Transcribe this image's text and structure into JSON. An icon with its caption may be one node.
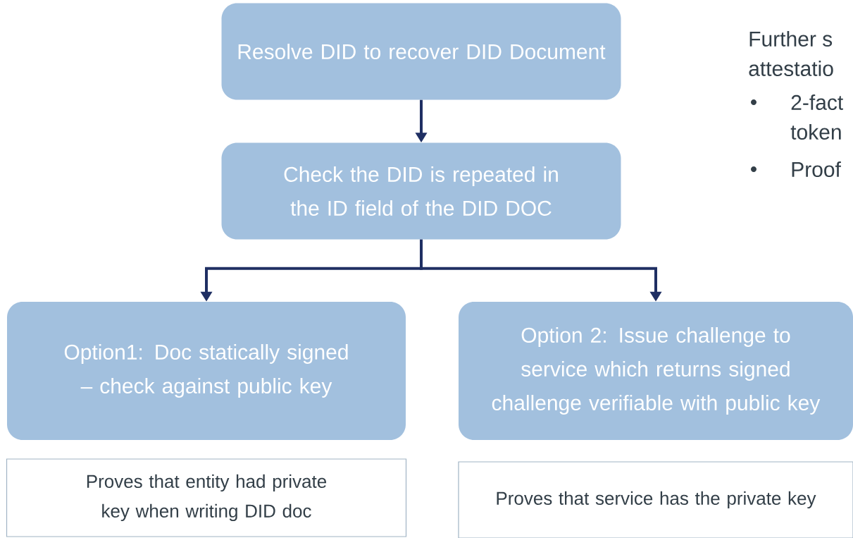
{
  "diagram": {
    "nodes": [
      {
        "text": [
          "Resolve DID to recover DID Document"
        ]
      },
      {
        "text": [
          "Check the DID is repeated in the ID field of the DID DOC"
        ]
      },
      {
        "text": [
          "Option1: Doc statically signed – check against public key"
        ]
      },
      {
        "text": [
          "Option 2: Issue challenge to service which returns signed challenge verifiable with public key"
        ]
      },
      {
        "text": [
          "Proves that entity had private key when writing DID doc"
        ]
      },
      {
        "text": [
          "Proves that service has the private key"
        ]
      }
    ],
    "edges": [
      {
        "from": 0,
        "to": 1,
        "arrow": "to"
      },
      {
        "from": 1,
        "to": 2,
        "arrow": "to"
      },
      {
        "from": 1,
        "to": 3,
        "arrow": "to"
      }
    ],
    "labels": [
      "Further s",
      "attestatio",
      "2-fact",
      "token",
      "Proof"
    ]
  }
}
